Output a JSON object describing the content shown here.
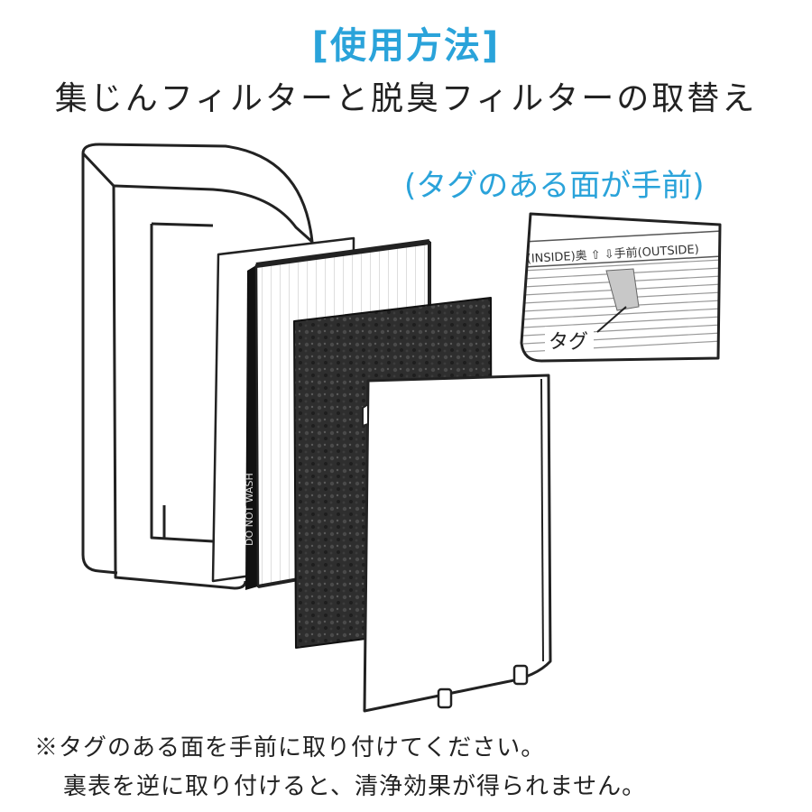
{
  "heading": "[使用方法]",
  "subtitle": "集じんフィルターと脱臭フィルターの取替え",
  "tag_note": "(タグのある面が手前)",
  "inset": {
    "orientation_label": "(INSIDE)奥 ⇧ ⇩手前(OUTSIDE)",
    "tag_label": "タグ"
  },
  "filter_side_label": "DO NOT WASH",
  "notes": [
    "※タグのある面を手前に取り付けてください。",
    "裏表を逆に取り付けると、清浄効果が得られません。"
  ],
  "colors": {
    "accent": "#2aa3da",
    "text": "#222222",
    "carbon_filter": "#2e2e2e"
  }
}
